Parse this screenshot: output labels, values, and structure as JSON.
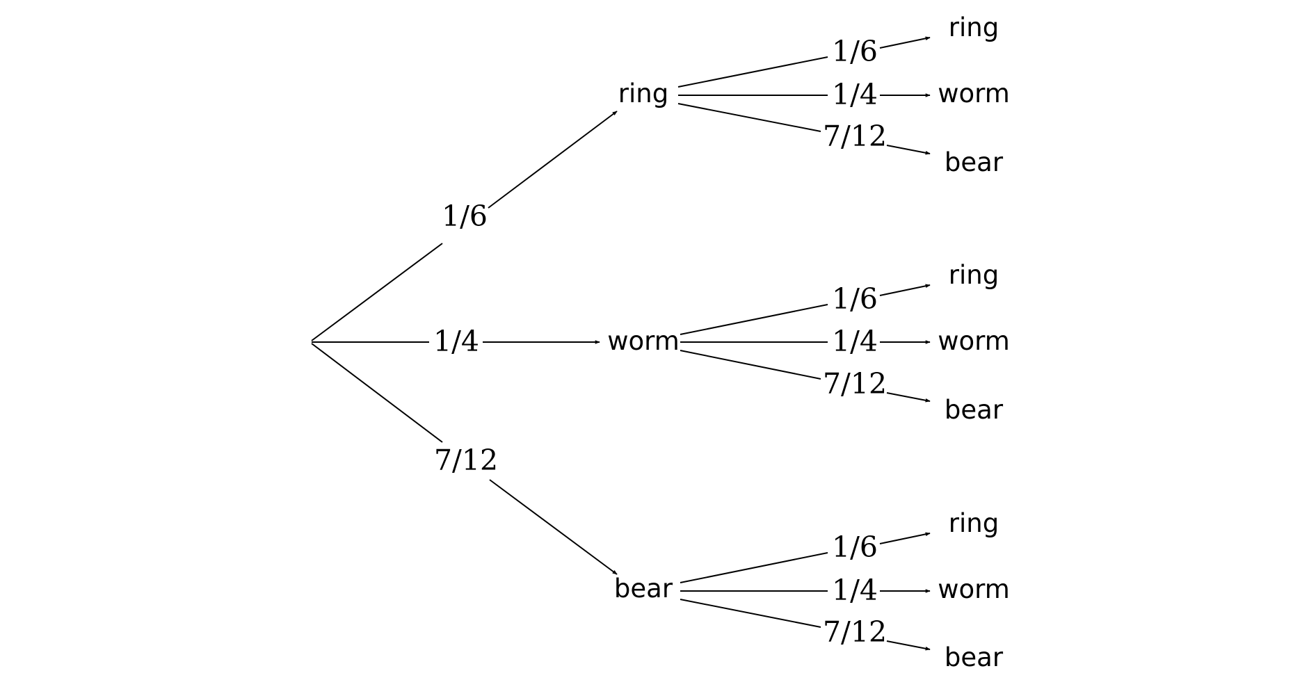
{
  "tree": {
    "first_level": [
      {
        "outcome": "ring",
        "probability": "1/6"
      },
      {
        "outcome": "worm",
        "probability": "1/4"
      },
      {
        "outcome": "bear",
        "probability": "7/12"
      }
    ],
    "second_level": {
      "ring": [
        {
          "outcome": "ring",
          "probability": "1/6"
        },
        {
          "outcome": "worm",
          "probability": "1/4"
        },
        {
          "outcome": "bear",
          "probability": "7/12"
        }
      ],
      "worm": [
        {
          "outcome": "ring",
          "probability": "1/6"
        },
        {
          "outcome": "worm",
          "probability": "1/4"
        },
        {
          "outcome": "bear",
          "probability": "7/12"
        }
      ],
      "bear": [
        {
          "outcome": "ring",
          "probability": "1/6"
        },
        {
          "outcome": "worm",
          "probability": "1/4"
        },
        {
          "outcome": "bear",
          "probability": "7/12"
        }
      ]
    }
  }
}
